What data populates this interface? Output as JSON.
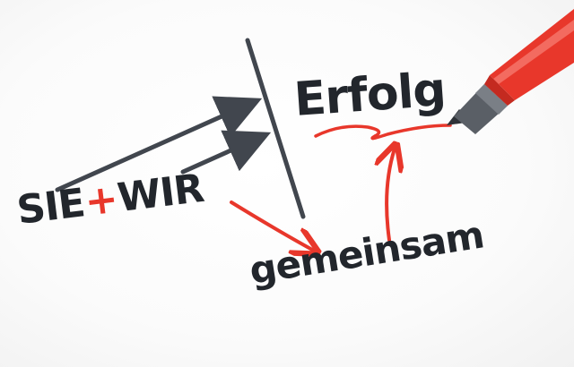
{
  "scene": {
    "description_colors": {
      "ink_dark": "#22262c",
      "ink_gray": "#41464e",
      "marker_red": "#e8372b",
      "background": "#ffffff"
    }
  },
  "words": {
    "sie": "SIE",
    "plus": "+",
    "wir": "WIR",
    "erfolg": "Erfolg",
    "gemeinsam": "gemeinsam"
  },
  "icons": {
    "marker": "red-felt-tip-marker-icon"
  }
}
